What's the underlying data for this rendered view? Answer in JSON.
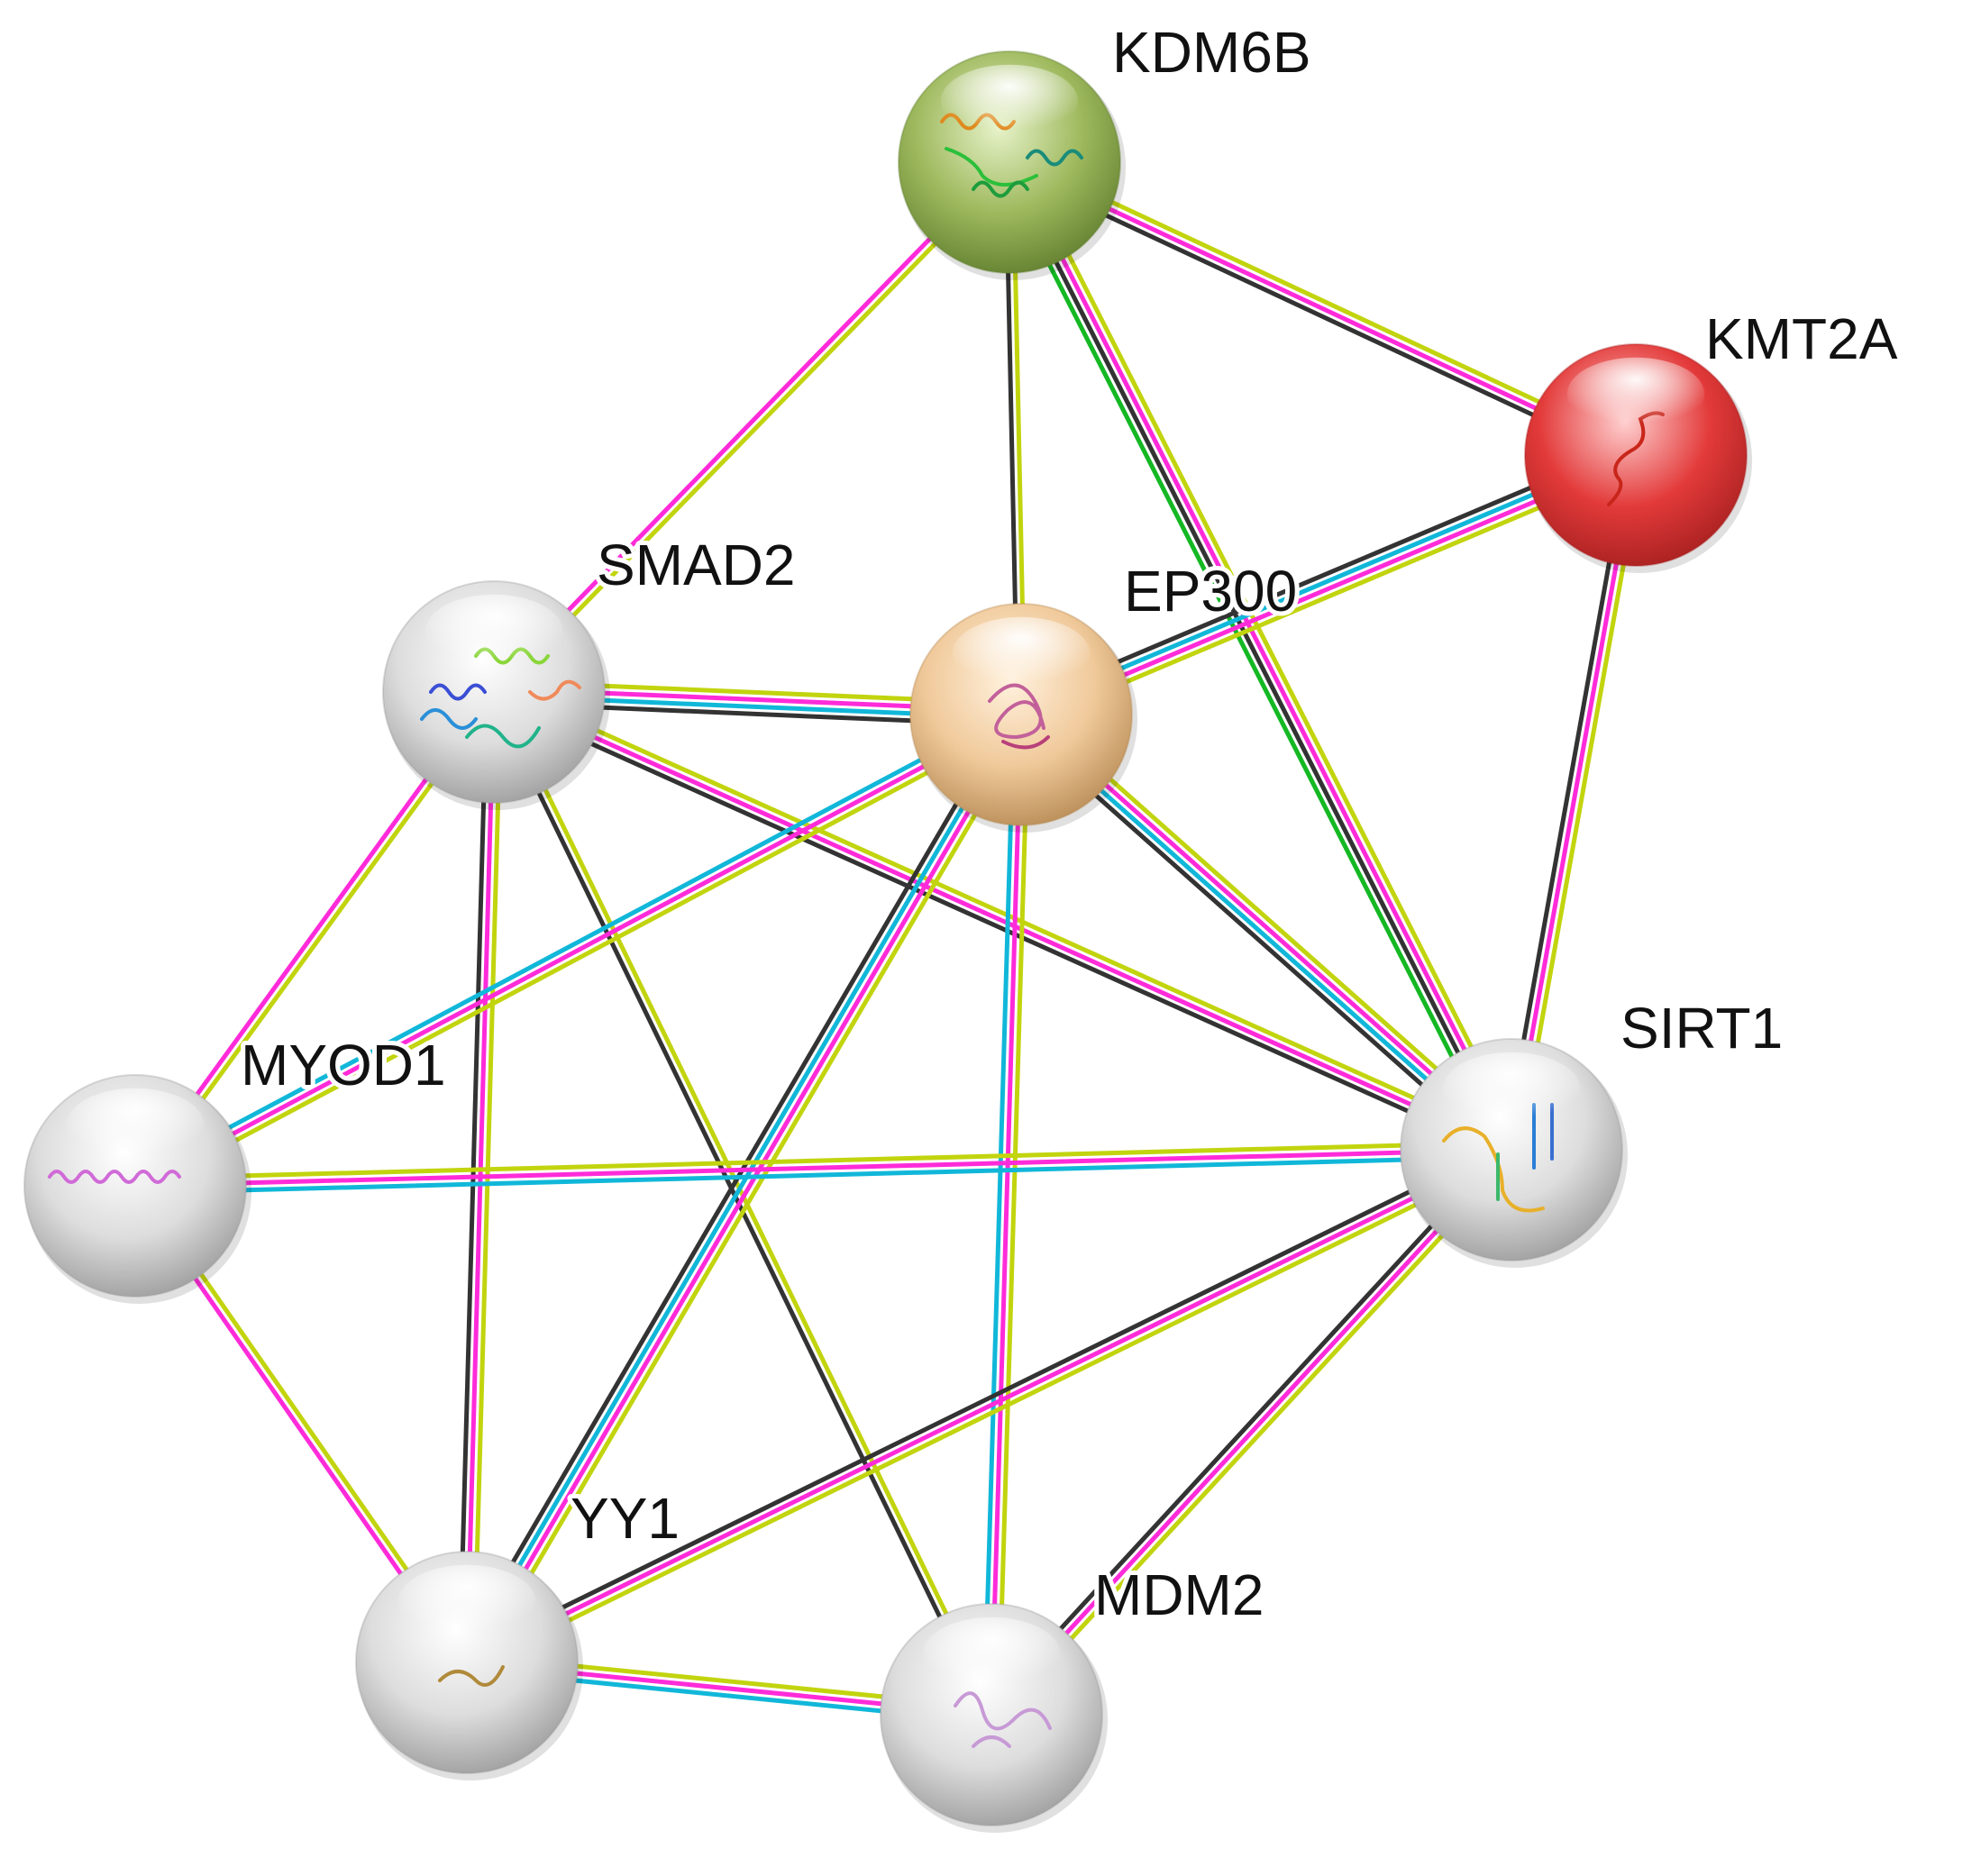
{
  "colors": {
    "textmining": "#c2d40e",
    "experiments": "#ff2bd9",
    "databases": "#11b7d9",
    "coexpression": "#333333",
    "neighborhood": "#14b823"
  },
  "nodes": [
    {
      "id": "KDM6B",
      "label": "KDM6B",
      "base": "#9db85c",
      "light": "#e6f2c8",
      "dark": "#5f7d2e",
      "structure": "helix-bundle"
    },
    {
      "id": "KMT2A",
      "label": "KMT2A",
      "base": "#e33a3a",
      "light": "#ffd0d0",
      "dark": "#a51f1f",
      "structure": "coil"
    },
    {
      "id": "SMAD2",
      "label": "SMAD2",
      "base": "#dddddd",
      "light": "#ffffff",
      "dark": "#9a9a9a",
      "structure": "multidomain"
    },
    {
      "id": "EP300",
      "label": "EP300",
      "base": "#f0c99a",
      "light": "#fff1dd",
      "dark": "#b58953",
      "structure": "knot"
    },
    {
      "id": "MYOD1",
      "label": "MYOD1",
      "base": "#dddddd",
      "light": "#ffffff",
      "dark": "#9a9a9a",
      "structure": "helix"
    },
    {
      "id": "SIRT1",
      "label": "SIRT1",
      "base": "#dddddd",
      "light": "#ffffff",
      "dark": "#9a9a9a",
      "structure": "sheet"
    },
    {
      "id": "YY1",
      "label": "YY1",
      "base": "#dddddd",
      "light": "#ffffff",
      "dark": "#9a9a9a",
      "structure": "small"
    },
    {
      "id": "MDM2",
      "label": "MDM2",
      "base": "#dddddd",
      "light": "#ffffff",
      "dark": "#9a9a9a",
      "structure": "loops"
    }
  ],
  "edges": [
    {
      "source": "KDM6B",
      "target": "SMAD2",
      "evidence": [
        "textmining",
        "experiments"
      ]
    },
    {
      "source": "KDM6B",
      "target": "EP300",
      "evidence": [
        "textmining",
        "coexpression"
      ]
    },
    {
      "source": "KDM6B",
      "target": "KMT2A",
      "evidence": [
        "textmining",
        "experiments",
        "coexpression"
      ]
    },
    {
      "source": "KDM6B",
      "target": "SIRT1",
      "evidence": [
        "textmining",
        "experiments",
        "coexpression",
        "neighborhood"
      ]
    },
    {
      "source": "KMT2A",
      "target": "EP300",
      "evidence": [
        "textmining",
        "databases",
        "experiments",
        "coexpression"
      ]
    },
    {
      "source": "KMT2A",
      "target": "SIRT1",
      "evidence": [
        "textmining",
        "experiments",
        "coexpression"
      ]
    },
    {
      "source": "SMAD2",
      "target": "EP300",
      "evidence": [
        "textmining",
        "databases",
        "experiments",
        "coexpression"
      ]
    },
    {
      "source": "SMAD2",
      "target": "SIRT1",
      "evidence": [
        "textmining",
        "experiments",
        "coexpression"
      ]
    },
    {
      "source": "SMAD2",
      "target": "MYOD1",
      "evidence": [
        "textmining",
        "experiments"
      ]
    },
    {
      "source": "SMAD2",
      "target": "YY1",
      "evidence": [
        "textmining",
        "experiments",
        "coexpression"
      ]
    },
    {
      "source": "SMAD2",
      "target": "MDM2",
      "evidence": [
        "textmining",
        "coexpression"
      ]
    },
    {
      "source": "EP300",
      "target": "SIRT1",
      "evidence": [
        "textmining",
        "databases",
        "experiments",
        "coexpression"
      ]
    },
    {
      "source": "EP300",
      "target": "MYOD1",
      "evidence": [
        "textmining",
        "databases",
        "experiments"
      ]
    },
    {
      "source": "EP300",
      "target": "YY1",
      "evidence": [
        "textmining",
        "databases",
        "experiments",
        "coexpression"
      ]
    },
    {
      "source": "EP300",
      "target": "MDM2",
      "evidence": [
        "textmining",
        "databases",
        "experiments"
      ]
    },
    {
      "source": "MYOD1",
      "target": "SIRT1",
      "evidence": [
        "textmining",
        "databases",
        "experiments"
      ]
    },
    {
      "source": "MYOD1",
      "target": "YY1",
      "evidence": [
        "textmining",
        "experiments"
      ]
    },
    {
      "source": "SIRT1",
      "target": "YY1",
      "evidence": [
        "textmining",
        "experiments",
        "coexpression"
      ]
    },
    {
      "source": "SIRT1",
      "target": "MDM2",
      "evidence": [
        "textmining",
        "experiments",
        "coexpression"
      ]
    },
    {
      "source": "YY1",
      "target": "MDM2",
      "evidence": [
        "textmining",
        "databases",
        "experiments"
      ]
    }
  ]
}
